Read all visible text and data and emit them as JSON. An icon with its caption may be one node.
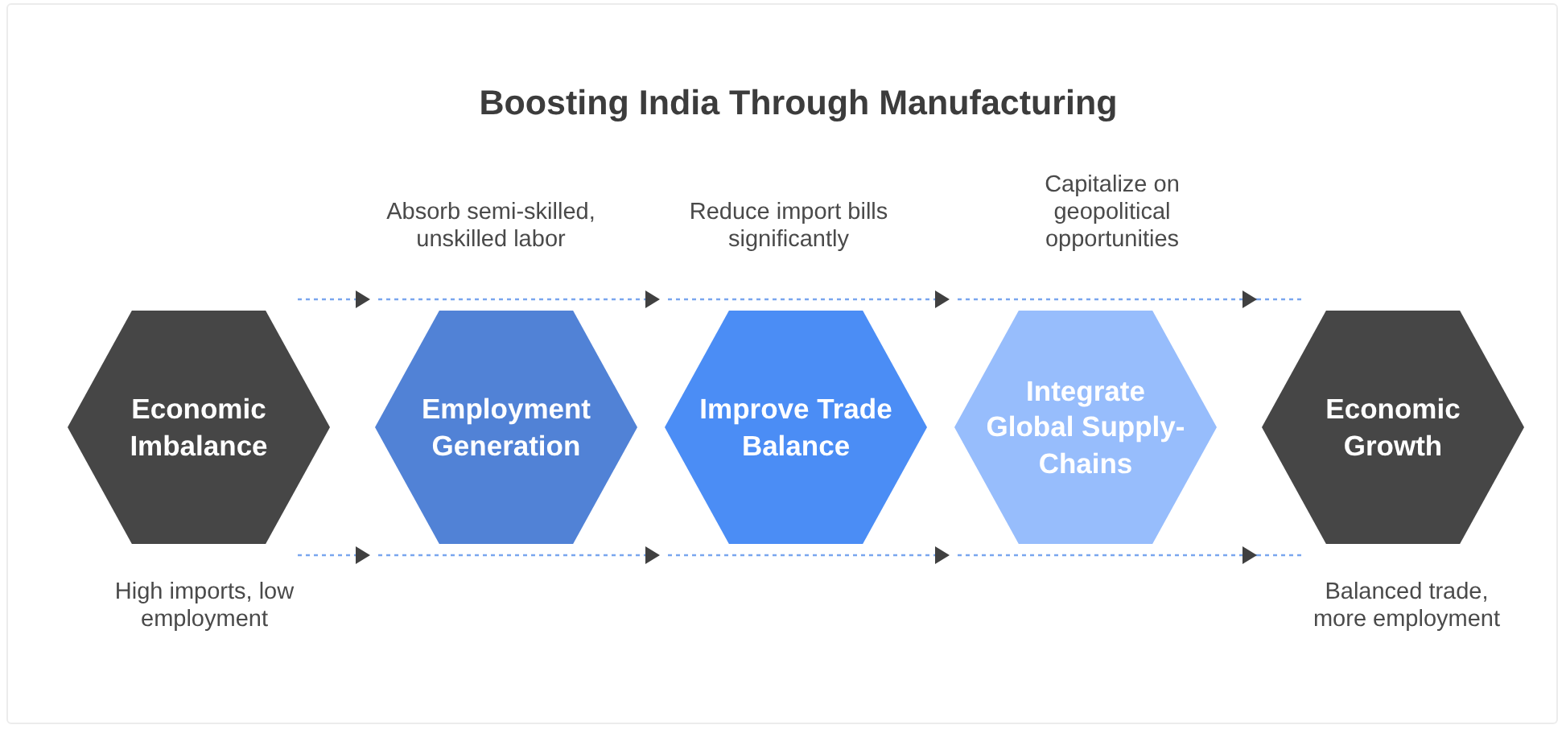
{
  "diagram": {
    "title": "Boosting India Through Manufacturing",
    "nodes": [
      {
        "text": [
          "Economic Imbalance"
        ],
        "beside": [
          "High imports, low employment"
        ]
      },
      {
        "text": [
          "Employment Generation"
        ],
        "beside": [
          "Absorb semi-skilled, unskilled labor"
        ]
      },
      {
        "text": [
          "Improve Trade Balance"
        ],
        "beside": [
          "Reduce import bills significantly"
        ]
      },
      {
        "text": [
          "Integrate Global Supply-Chains"
        ],
        "beside": [
          "Capitalize on geopolitical opportunities"
        ]
      },
      {
        "text": [
          "Economic Growth"
        ],
        "beside": [
          "Balanced trade, more employment"
        ]
      }
    ],
    "edges": [
      {
        "from": 0,
        "to": 1,
        "arrow": "to",
        "style": "dashed"
      },
      {
        "from": 1,
        "to": 2,
        "arrow": "to",
        "style": "dashed"
      },
      {
        "from": 2,
        "to": 3,
        "arrow": "to",
        "style": "dashed"
      },
      {
        "from": 3,
        "to": 4,
        "arrow": "to",
        "style": "dashed"
      },
      {
        "from": 0,
        "to": 1,
        "arrow": "to",
        "style": "dashed"
      },
      {
        "from": 1,
        "to": 2,
        "arrow": "to",
        "style": "dashed"
      },
      {
        "from": 2,
        "to": 3,
        "arrow": "to",
        "style": "dashed"
      },
      {
        "from": 3,
        "to": 4,
        "arrow": "to",
        "style": "dashed"
      }
    ]
  }
}
